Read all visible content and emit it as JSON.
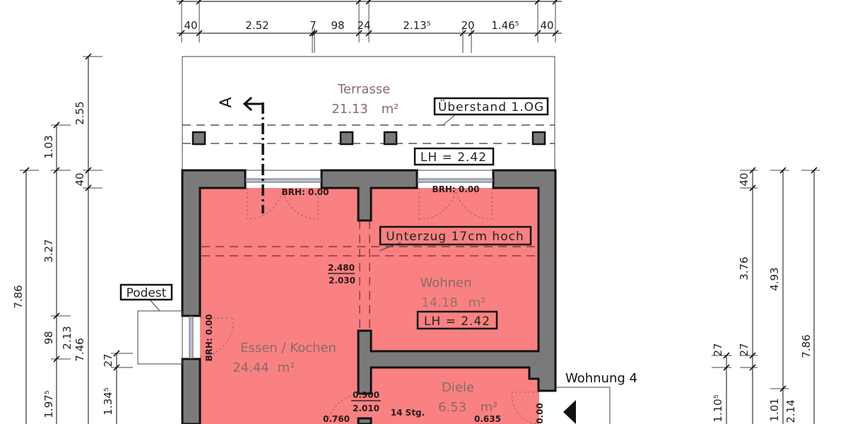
{
  "colors": {
    "room_fill": "#f98181",
    "wall_fill": "#7a7a7a",
    "wall_outline": "#111111"
  },
  "top_dimensions": [
    "40",
    "2.52",
    "7",
    "98",
    "24",
    "2.13⁵",
    "20",
    "1.46⁵",
    "40"
  ],
  "left_dimensions": {
    "outer_total": "7.86",
    "col2": [
      "1.03",
      "3.27",
      "98",
      "1.97⁵"
    ],
    "col3": [
      "2.55",
      "40",
      "2.13",
      "7.46"
    ],
    "col4": [
      "27",
      "1.34⁵"
    ]
  },
  "right_dimensions": {
    "col1": [
      "27",
      "1.10⁵"
    ],
    "col2": [
      "40",
      "3.76",
      "27"
    ],
    "col3": [
      "4.93",
      "1.01",
      "2.14"
    ],
    "col4": [
      "7.86"
    ]
  },
  "terrace": {
    "name": "Terrasse",
    "area": "21.13",
    "unit": "m²",
    "overhang_label": "Überstand 1.OG",
    "ceiling_height": "LH = 2.42"
  },
  "section_marker": "A",
  "windows": {
    "brh_left": "BRH: 0.00",
    "brh_right": "BRH: 0.00",
    "brh_side": "BRH: 0.00",
    "brh_entry": "0.00"
  },
  "beam_label": "Unterzug 17cm hoch",
  "opening_wohnen": {
    "width": "2.480",
    "height": "2.030"
  },
  "rooms": {
    "wohnen": {
      "name": "Wohnen",
      "area": "14.18",
      "unit": "m²",
      "ceiling_height": "LH = 2.42"
    },
    "essen": {
      "name": "Essen / Kochen",
      "area": "24.44",
      "unit": "m²"
    },
    "diele": {
      "name": "Diele",
      "area": "6.53",
      "unit": "m²"
    }
  },
  "door_diele": {
    "width": "0.900",
    "height": "2.010"
  },
  "stairs": {
    "label": "14 Stg."
  },
  "misc_values": [
    "0.760",
    "0.635"
  ],
  "podest_label": "Podest",
  "apartment_label": "Wohnung 4"
}
